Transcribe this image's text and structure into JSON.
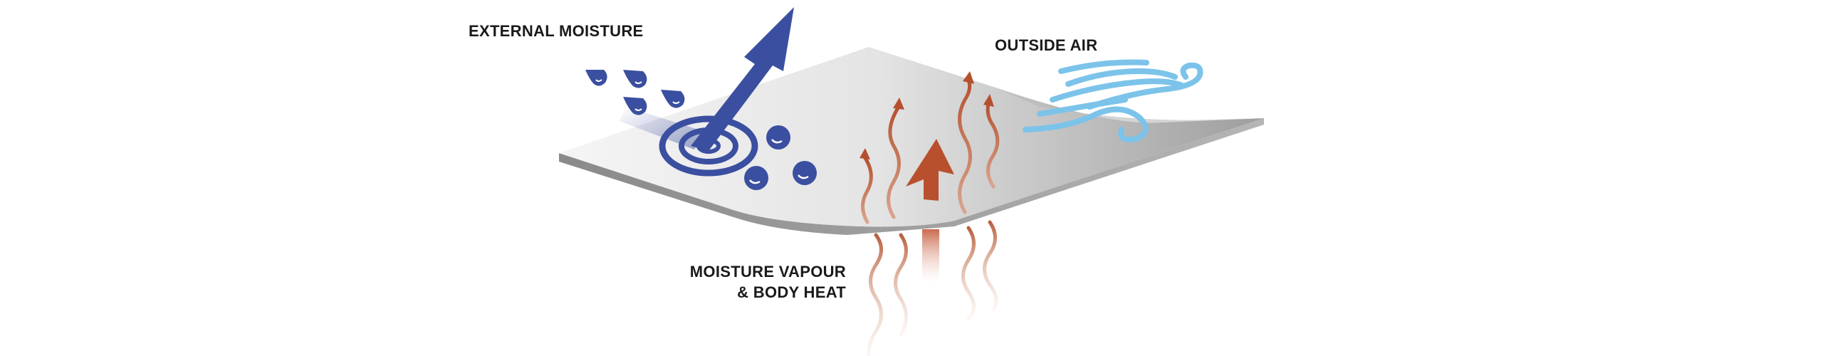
{
  "labels": {
    "external_moisture": "EXTERNAL MOISTURE",
    "outside_air": "OUTSIDE AIR",
    "moisture_vapour_line1": "MOISTURE VAPOUR",
    "moisture_vapour_line2": "& BODY HEAT"
  },
  "colors": {
    "membrane_light": "#f2f2f2",
    "membrane_dark": "#a6a6a6",
    "membrane_edge": "#8f8f8f",
    "moisture_blue": "#3b4fa0",
    "air_blue": "#7cc3ea",
    "heat_brown": "#b85a3a",
    "vapour_tan": "#c9957a",
    "text": "#1a1a1a"
  },
  "icons": [
    "water-drop-icon",
    "rain-drop-icon",
    "splash-rings-icon",
    "outward-arrow-icon",
    "wind-icon",
    "heat-arrow-icon",
    "vapour-wave-icon"
  ]
}
